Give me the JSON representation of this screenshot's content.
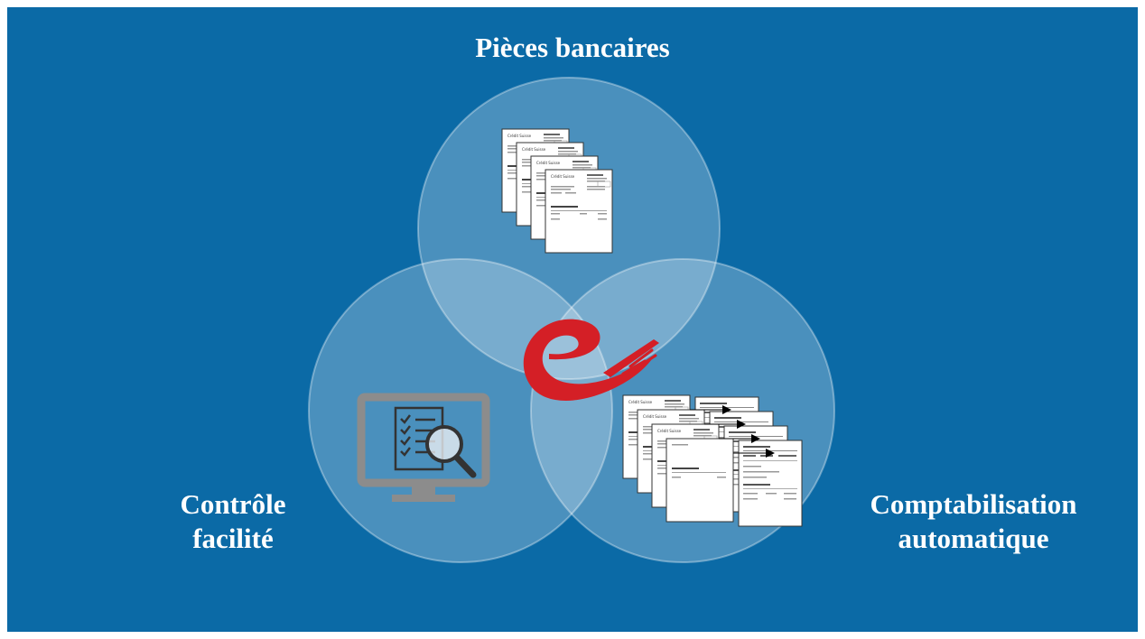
{
  "diagram": {
    "top_label": "Pièces bancaires",
    "left_label": [
      "Contrôle",
      "facilité"
    ],
    "right_label": [
      "Comptabilisation",
      "automatique"
    ]
  },
  "colors": {
    "background": "#0b6aa6",
    "circle_fill": "#bfd6e8",
    "logo_red": "#d41f26",
    "monitor_gray": "#8c8c8c"
  },
  "icons": {
    "top": "bank-documents-stack-icon",
    "left": "monitor-checklist-magnifier-icon",
    "right": "documents-to-ledger-icon",
    "center": "red-e-logo"
  }
}
